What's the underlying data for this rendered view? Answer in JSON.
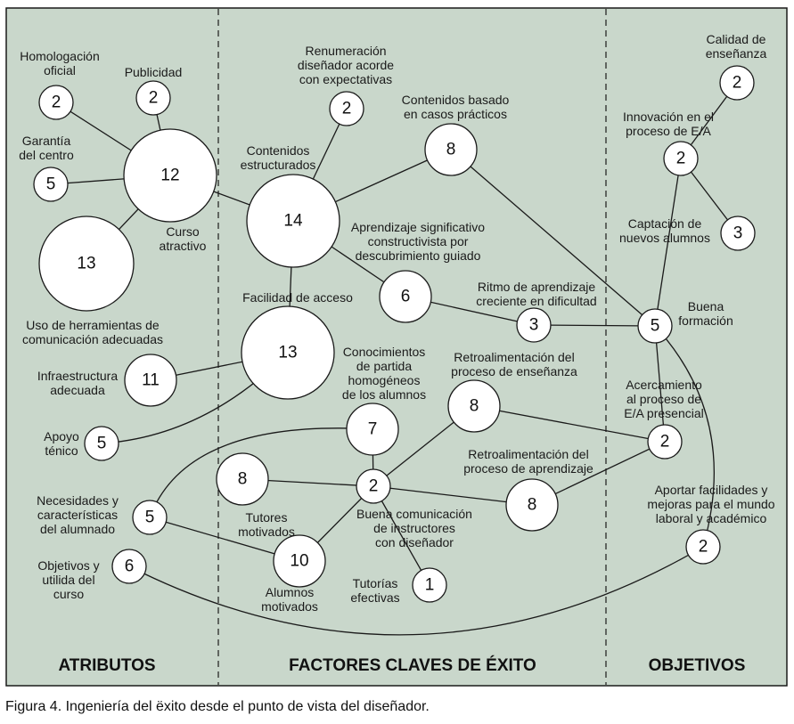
{
  "figure": {
    "caption": "Figura 4. Ingeniería del ëxito desde el punto de vista del diseñador.",
    "colors": {
      "background": "#c9d7cb",
      "node_fill": "#ffffff",
      "stroke": "#1a1a1a"
    },
    "sections": [
      {
        "id": "atributos",
        "title": "ATRIBUTOS"
      },
      {
        "id": "factores",
        "title": "FACTORES CLAVES DE ÉXITO"
      },
      {
        "id": "objetivos",
        "title": "OBJETIVOS"
      }
    ],
    "nodes": [
      {
        "id": "homologacion",
        "section": "atributos",
        "value": 2,
        "label": [
          "Homologación",
          "oficial"
        ]
      },
      {
        "id": "publicidad",
        "section": "atributos",
        "value": 2,
        "label": [
          "Publicidad"
        ]
      },
      {
        "id": "garantia",
        "section": "atributos",
        "value": 5,
        "label": [
          "Garantía",
          "del centro"
        ]
      },
      {
        "id": "curso_atractivo",
        "section": "atributos",
        "value": 12,
        "label": [
          "Curso",
          "atractivo"
        ]
      },
      {
        "id": "uso_herramientas",
        "section": "atributos",
        "value": 13,
        "label": [
          "Uso de herramientas de",
          "comunicación adecuadas"
        ]
      },
      {
        "id": "infraestructura",
        "section": "atributos",
        "value": 11,
        "label": [
          "Infraestructura",
          "adecuada"
        ]
      },
      {
        "id": "apoyo",
        "section": "atributos",
        "value": 5,
        "label": [
          "Apoyo",
          "ténico"
        ]
      },
      {
        "id": "necesidades",
        "section": "atributos",
        "value": 5,
        "label": [
          "Necesidades y",
          "características",
          "del alumnado"
        ]
      },
      {
        "id": "objetivos_utilidad",
        "section": "atributos",
        "value": 6,
        "label": [
          "Objetivos y",
          "utilida del",
          "curso"
        ]
      },
      {
        "id": "renumeracion",
        "section": "factores",
        "value": 2,
        "label": [
          "Renumeración",
          "diseñador acorde",
          "con expectativas"
        ]
      },
      {
        "id": "contenidos_estructurados",
        "section": "factores",
        "value": 14,
        "label": [
          "Contenidos",
          "estructurados"
        ]
      },
      {
        "id": "contenidos_casos",
        "section": "factores",
        "value": 8,
        "label": [
          "Contenidos basado",
          "en casos prácticos"
        ]
      },
      {
        "id": "aprendizaje_significativo",
        "section": "factores",
        "value": 6,
        "label": [
          "Aprendizaje significativo",
          "constructivista por",
          "descubrimiento guiado"
        ]
      },
      {
        "id": "facilidad_acceso",
        "section": "factores",
        "value": 13,
        "label": [
          "Facilidad de acceso"
        ]
      },
      {
        "id": "ritmo",
        "section": "factores",
        "value": 3,
        "label": [
          "Ritmo de aprendizaje",
          "creciente en dificultad"
        ]
      },
      {
        "id": "conocimientos",
        "section": "factores",
        "value": 7,
        "label": [
          "Conocimientos",
          "de partida",
          "homogéneos",
          "de los alumnos"
        ]
      },
      {
        "id": "retro_ensenanza",
        "section": "factores",
        "value": 8,
        "label": [
          "Retroalimentación del",
          "proceso de enseñanza"
        ]
      },
      {
        "id": "tutores",
        "section": "factores",
        "value": 8,
        "label": [
          "Tutores",
          "motivados"
        ]
      },
      {
        "id": "buena_comunicacion",
        "section": "factores",
        "value": 2,
        "label": [
          "Buena comunicación",
          "de instructores",
          "con diseñador"
        ]
      },
      {
        "id": "retro_aprendizaje",
        "section": "factores",
        "value": 8,
        "label": [
          "Retroalimentación del",
          "proceso de aprendizaje"
        ]
      },
      {
        "id": "alumnos",
        "section": "factores",
        "value": 10,
        "label": [
          "Alumnos",
          "motivados"
        ]
      },
      {
        "id": "tutorias",
        "section": "factores",
        "value": 1,
        "label": [
          "Tutorías",
          "efectivas"
        ]
      },
      {
        "id": "calidad",
        "section": "objetivos",
        "value": 2,
        "label": [
          "Calidad de",
          "enseñanza"
        ]
      },
      {
        "id": "innovacion",
        "section": "objetivos",
        "value": 2,
        "label": [
          "Innovación en el",
          "proceso de E/A"
        ]
      },
      {
        "id": "captacion",
        "section": "objetivos",
        "value": 3,
        "label": [
          "Captación de",
          "nuevos alumnos"
        ]
      },
      {
        "id": "buena_formacion",
        "section": "objetivos",
        "value": 5,
        "label": [
          "Buena",
          "formación"
        ]
      },
      {
        "id": "acercamiento",
        "section": "objetivos",
        "value": 2,
        "label": [
          "Acercamiento",
          "al proceso de",
          "E/A presencial"
        ]
      },
      {
        "id": "aportar",
        "section": "objetivos",
        "value": 2,
        "label": [
          "Aportar facilidades y",
          "mejoras para el mundo",
          "laboral y académico"
        ]
      }
    ],
    "edges": [
      [
        "homologacion",
        "curso_atractivo"
      ],
      [
        "publicidad",
        "curso_atractivo"
      ],
      [
        "garantia",
        "curso_atractivo"
      ],
      [
        "uso_herramientas",
        "curso_atractivo"
      ],
      [
        "curso_atractivo",
        "contenidos_estructurados"
      ],
      [
        "renumeracion",
        "contenidos_estructurados"
      ],
      [
        "contenidos_casos",
        "contenidos_estructurados"
      ],
      [
        "contenidos_estructurados",
        "aprendizaje_significativo"
      ],
      [
        "contenidos_estructurados",
        "facilidad_acceso"
      ],
      [
        "contenidos_casos",
        "buena_formacion"
      ],
      [
        "aprendizaje_significativo",
        "ritmo"
      ],
      [
        "ritmo",
        "buena_formacion"
      ],
      [
        "infraestructura",
        "facilidad_acceso"
      ],
      [
        "apoyo",
        "facilidad_acceso"
      ],
      [
        "necesidades",
        "conocimientos"
      ],
      [
        "necesidades",
        "alumnos"
      ],
      [
        "conocimientos",
        "buena_comunicacion"
      ],
      [
        "tutores",
        "buena_comunicacion"
      ],
      [
        "buena_comunicacion",
        "retro_ensenanza"
      ],
      [
        "buena_comunicacion",
        "retro_aprendizaje"
      ],
      [
        "buena_comunicacion",
        "alumnos"
      ],
      [
        "buena_comunicacion",
        "tutorias"
      ],
      [
        "retro_ensenanza",
        "acercamiento"
      ],
      [
        "retro_aprendizaje",
        "acercamiento"
      ],
      [
        "calidad",
        "innovacion"
      ],
      [
        "innovacion",
        "captacion"
      ],
      [
        "innovacion",
        "buena_formacion"
      ],
      [
        "buena_formacion",
        "acercamiento"
      ],
      [
        "buena_formacion",
        "aportar"
      ],
      [
        "objetivos_utilidad",
        "aportar"
      ]
    ]
  }
}
